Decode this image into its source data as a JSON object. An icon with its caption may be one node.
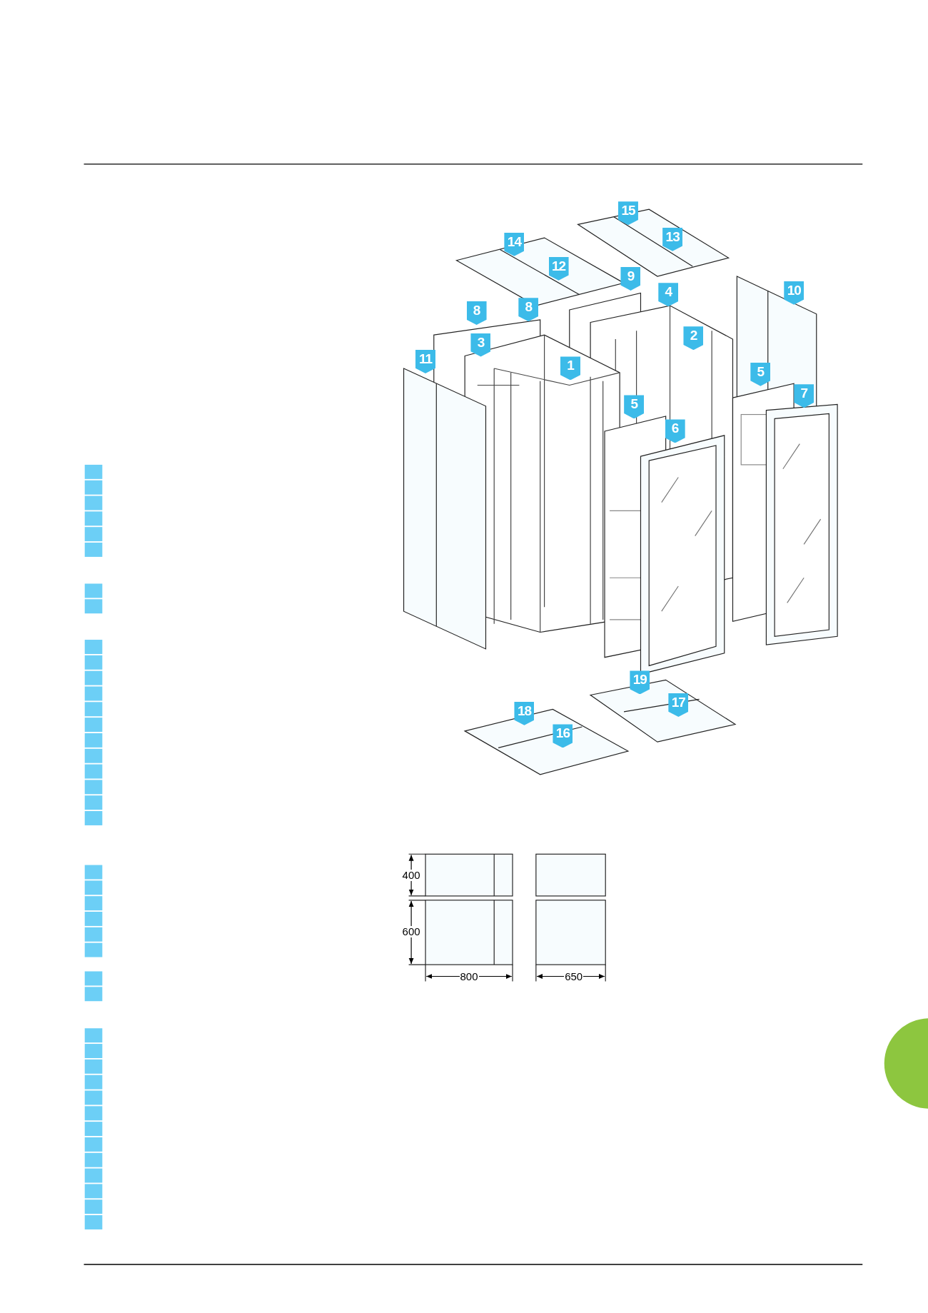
{
  "diagram": {
    "nodes": [
      {
        "text": [],
        "shape": "circle"
      }
    ],
    "labels": [
      "15",
      "14",
      "13",
      "12",
      "9",
      "4",
      "8",
      "8",
      "10",
      "3",
      "2",
      "11",
      "1",
      "5",
      "5",
      "7",
      "6",
      "19",
      "17",
      "18",
      "16",
      "400",
      "600",
      "800",
      "650"
    ]
  }
}
